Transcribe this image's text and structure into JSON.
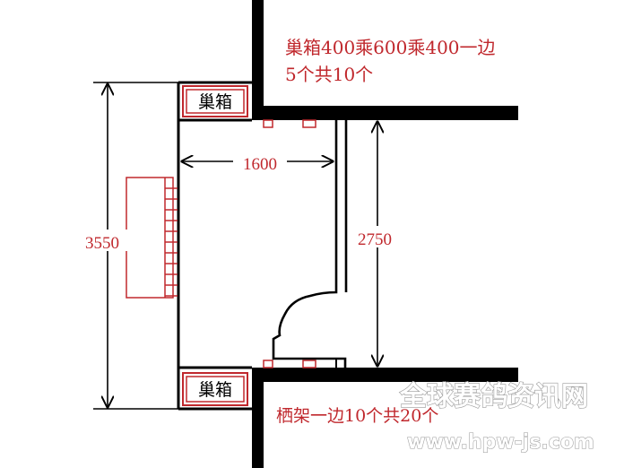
{
  "annotations": {
    "nest_box_note_line1": "巢箱400乘600乘400一边",
    "nest_box_note_line2": "5个共10个",
    "perch_note": "栖架一边10个共20个"
  },
  "labels": {
    "nest_box_top": "巢箱",
    "nest_box_bottom": "巢箱"
  },
  "dimensions": {
    "width": "1600",
    "height_left": "3550",
    "height_right": "2750"
  },
  "watermark": {
    "cn": "全球赛鸽资讯网",
    "url": "www.hpw-js.com"
  },
  "colors": {
    "annotation": "#c0282d",
    "line": "#000000",
    "watermark": "#ffffff"
  }
}
